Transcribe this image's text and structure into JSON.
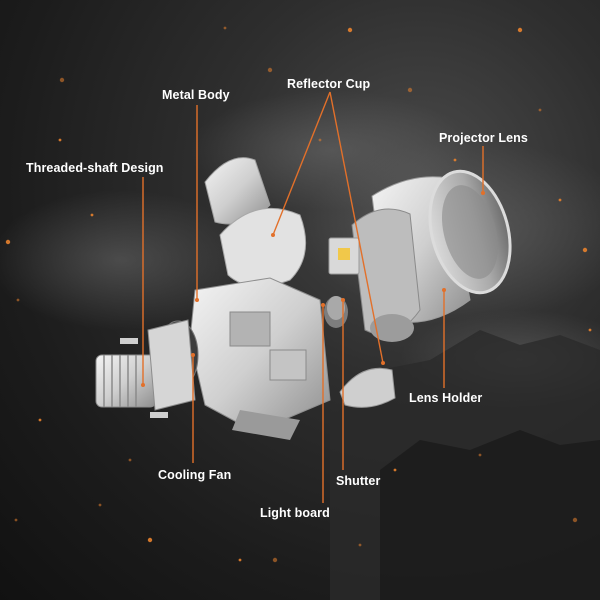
{
  "colors": {
    "leader": "#e2702a",
    "text": "#ffffff",
    "ember": "#e8822e"
  },
  "labels": {
    "metal_body": "Metal Body",
    "reflector_cup": "Reflector Cup",
    "projector_lens": "Projector Lens",
    "threaded_shaft": "Threaded-shaft Design",
    "lens_holder": "Lens Holder",
    "cooling_fan": "Cooling Fan",
    "shutter": "Shutter",
    "light_board": "Light board"
  },
  "components": [
    {
      "key": "metal_body",
      "icon": "metal-body-shape"
    },
    {
      "key": "reflector_cup",
      "icon": "reflector-cup-shape"
    },
    {
      "key": "projector_lens",
      "icon": "projector-lens-shape"
    },
    {
      "key": "threaded_shaft",
      "icon": "threaded-shaft-shape"
    },
    {
      "key": "lens_holder",
      "icon": "lens-holder-shape"
    },
    {
      "key": "cooling_fan",
      "icon": "cooling-fan-shape"
    },
    {
      "key": "shutter",
      "icon": "shutter-shape"
    },
    {
      "key": "light_board",
      "icon": "light-board-shape"
    }
  ]
}
